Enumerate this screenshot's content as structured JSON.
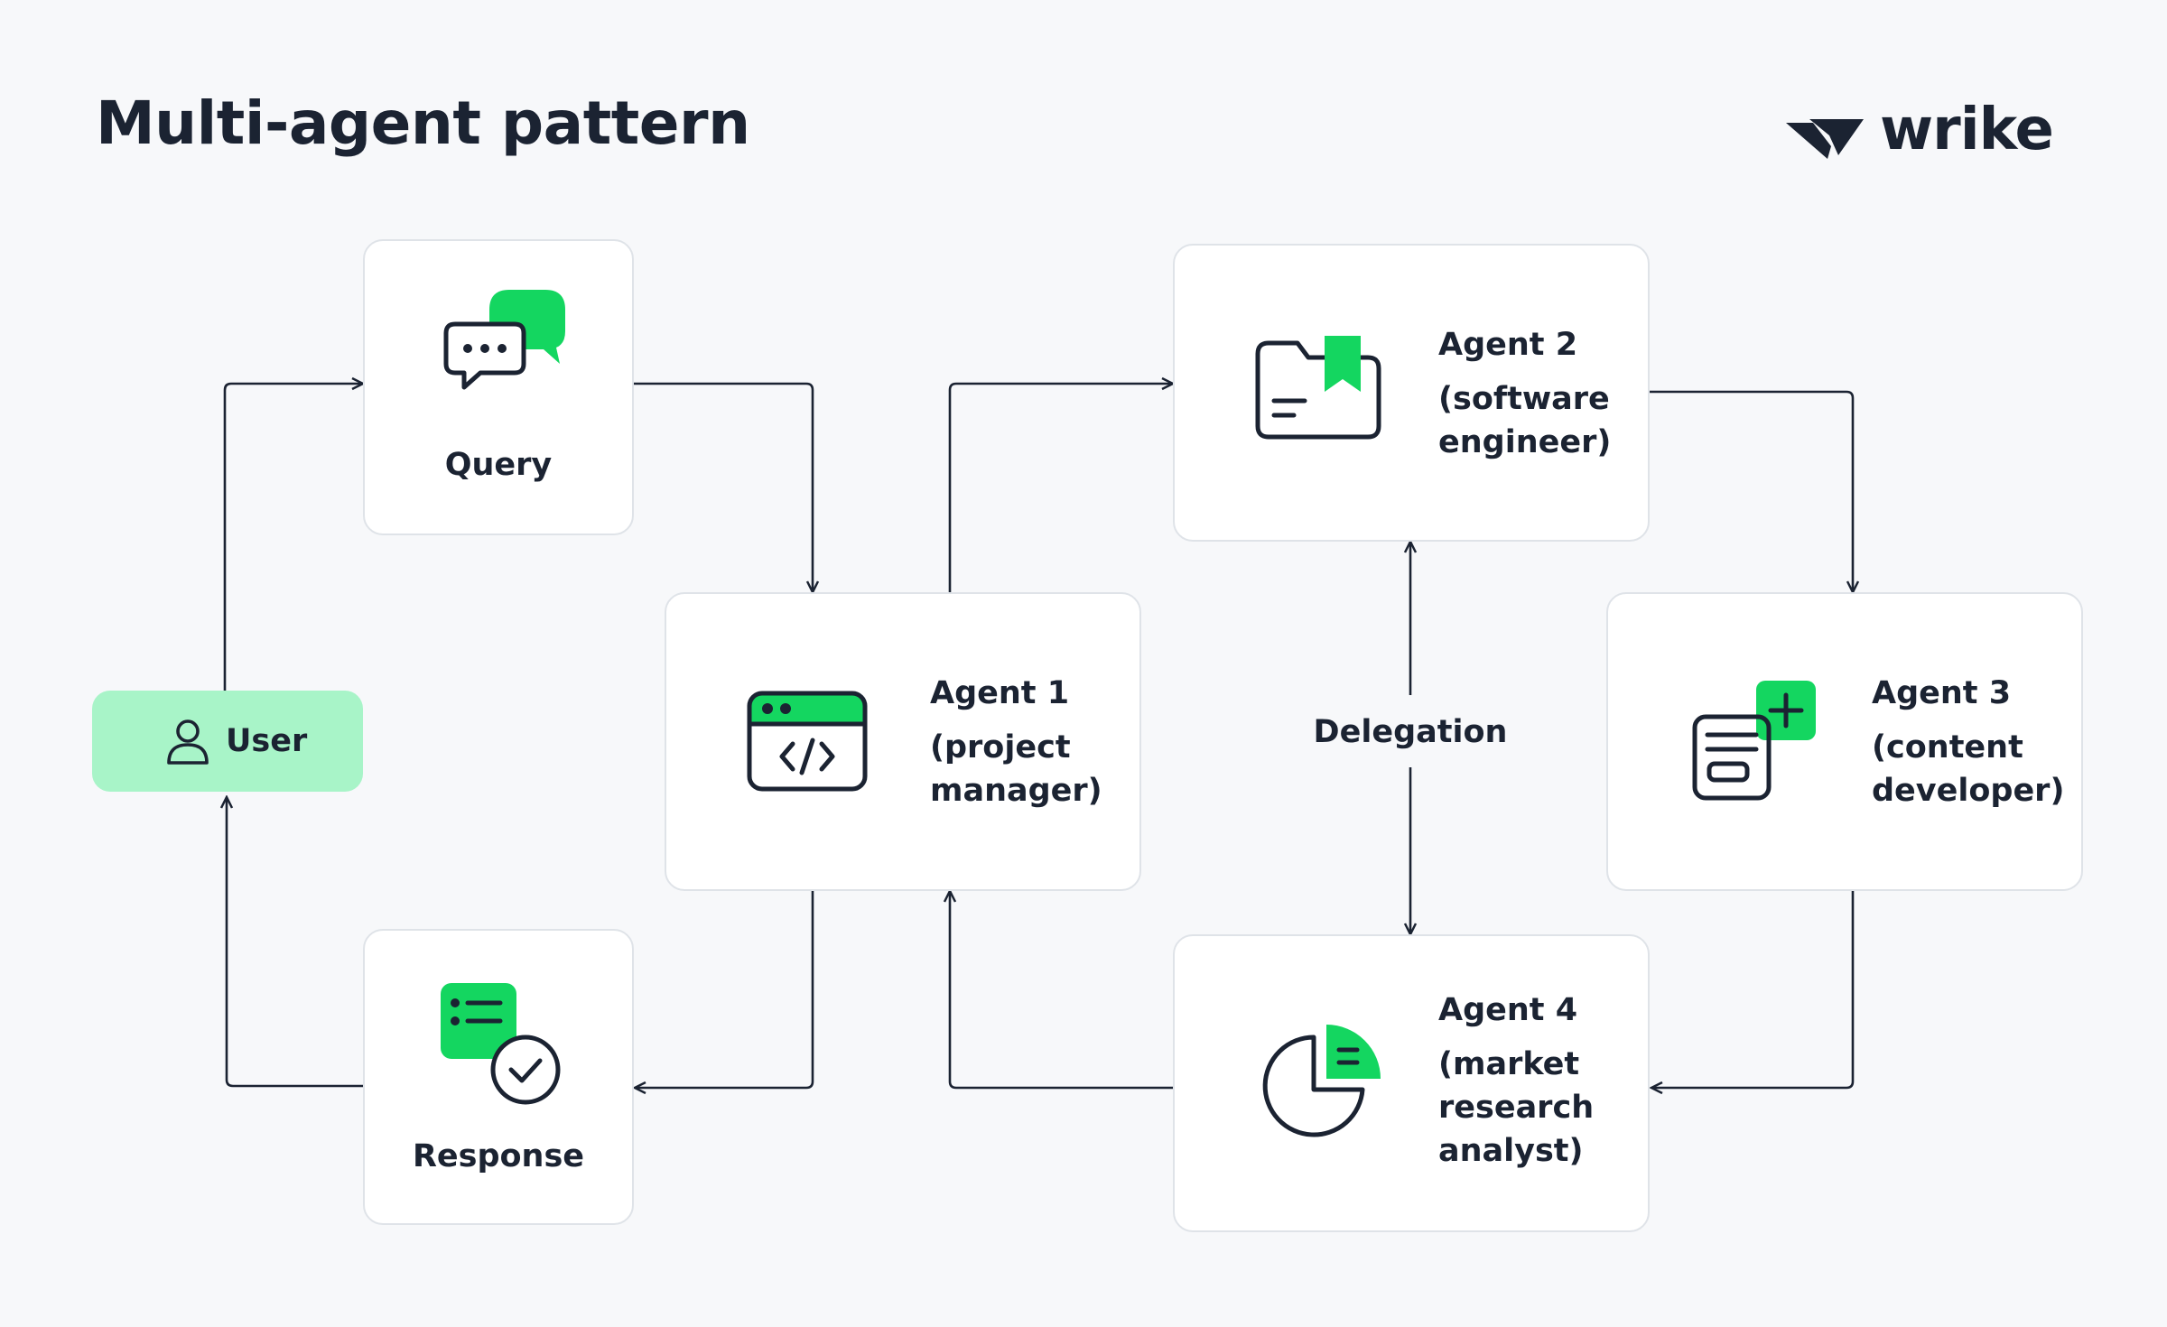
{
  "title": "Multi-agent pattern",
  "brand": {
    "name": "wrike"
  },
  "colors": {
    "accent": "#14d660",
    "user_fill": "#a8f4c8",
    "ink": "#1b2332",
    "card_border": "#dfe3e8"
  },
  "nodes": {
    "user": {
      "label": "User",
      "icon": "user-icon"
    },
    "query": {
      "label": "Query",
      "icon": "chat-bubbles-icon"
    },
    "response": {
      "label": "Response",
      "icon": "checklist-icon"
    },
    "agent1": {
      "name": "Agent 1",
      "role_line1": "(project",
      "role_line2": "manager)",
      "icon": "code-window-icon"
    },
    "agent2": {
      "name": "Agent 2",
      "role_line1": "(software",
      "role_line2": "engineer)",
      "icon": "folder-bookmark-icon"
    },
    "agent3": {
      "name": "Agent 3",
      "role_line1": "(content",
      "role_line2": "developer)",
      "icon": "document-add-icon"
    },
    "agent4": {
      "name": "Agent 4",
      "role_line1": "(market",
      "role_line2": "research",
      "role_line3": "analyst)",
      "icon": "pie-chart-icon"
    }
  },
  "edges": {
    "delegation_label": "Delegation"
  }
}
